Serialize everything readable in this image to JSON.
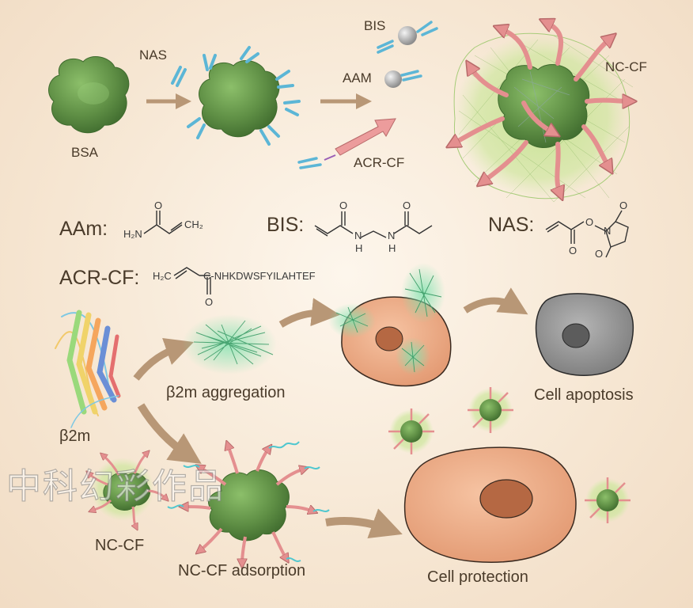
{
  "labels": {
    "bsa": "BSA",
    "nas_arrow": "NAS",
    "bis_top": "BIS",
    "aam_top": "AAM",
    "acr_cf_top": "ACR-CF",
    "nc_cf_top": "NC-CF",
    "aam_formula": "AAm:",
    "bis_formula": "BIS:",
    "nas_formula": "NAS:",
    "acr_cf_formula": "ACR-CF:",
    "b2m": "β2m",
    "b2m_aggregation": "β2m aggregation",
    "cell_apoptosis": "Cell apoptosis",
    "nc_cf_bottom": "NC-CF",
    "nc_cf_adsorption": "NC-CF adsorption",
    "cell_protection": "Cell protection"
  },
  "chem": {
    "h2n": "H₂N",
    "ch2": "CH₂",
    "n1": "N",
    "n2": "N",
    "h1": "H",
    "h2": "H",
    "o_bis1": "O",
    "o_bis2": "O",
    "o_aam": "O",
    "o_nas1": "O",
    "o_nas2": "O",
    "o_nas3": "O",
    "o_nas4": "O",
    "n_nas": "N",
    "h2c": "H₂C",
    "peptide": "C-NHKDWSFYILAHTEF",
    "o_acr": "O"
  },
  "watermark": "中科幻彩作品",
  "colors": {
    "protein": "#5f8f45",
    "protein_dark": "#3f6b2e",
    "nas_blue": "#5cb6d6",
    "arrow_pink": "#e99a9a",
    "arrow_tan": "#b89776",
    "cell_pink": "#eda982",
    "nucleus": "#b56843",
    "cell_gray": "#8c8c8c",
    "fiber_green": "#3f9f6a"
  }
}
